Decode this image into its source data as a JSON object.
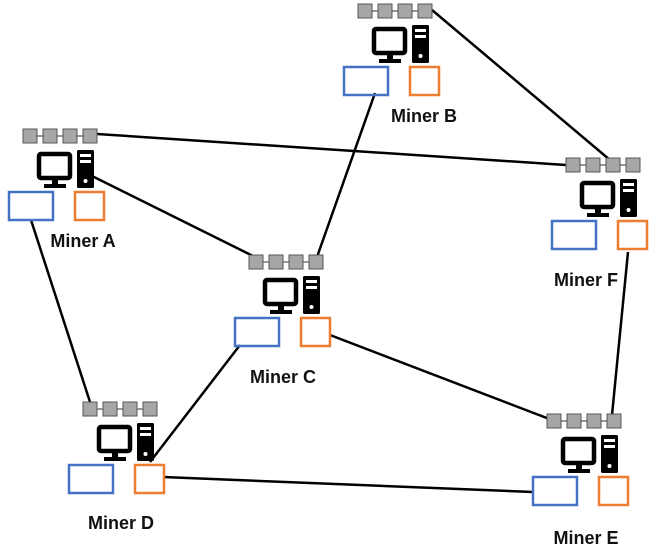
{
  "colors": {
    "edge": "#000000",
    "block": "#a6a6a6",
    "blue_box": "#4472c4",
    "orange_box": "#ed7d31"
  },
  "nodes": [
    {
      "id": "A",
      "label": "Miner A"
    },
    {
      "id": "B",
      "label": "Miner B"
    },
    {
      "id": "C",
      "label": "Miner C"
    },
    {
      "id": "D",
      "label": "Miner D"
    },
    {
      "id": "E",
      "label": "Miner E"
    },
    {
      "id": "F",
      "label": "Miner F"
    }
  ],
  "edges": [
    [
      "A",
      "F"
    ],
    [
      "A",
      "C"
    ],
    [
      "A",
      "D"
    ],
    [
      "B",
      "F"
    ],
    [
      "B",
      "C"
    ],
    [
      "C",
      "D"
    ],
    [
      "C",
      "E"
    ],
    [
      "D",
      "E"
    ],
    [
      "F",
      "E"
    ]
  ],
  "icons": [
    "blockchain-icon",
    "monitor-icon",
    "tower-pc-icon"
  ]
}
